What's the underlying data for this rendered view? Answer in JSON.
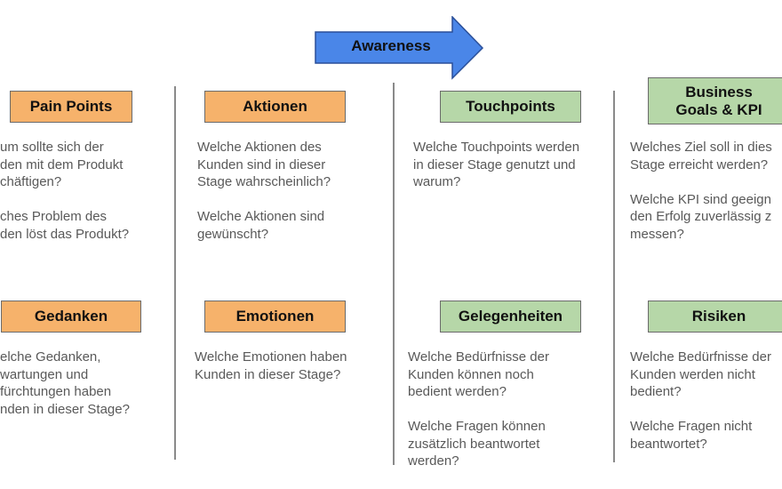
{
  "stage": {
    "label": "Awareness",
    "arrow_color": "#4a86e8"
  },
  "colors": {
    "orange": "#f6b26b",
    "green": "#b6d7a8"
  },
  "sections": {
    "pain_points": {
      "title": "Pain Points",
      "lines": [
        "um sollte sich der",
        "den mit dem Produkt",
        "chäftigen?",
        "",
        "ches Problem des",
        "den löst das Produkt?"
      ]
    },
    "aktionen": {
      "title": "Aktionen",
      "lines": [
        "Welche Aktionen des",
        "Kunden sind in dieser",
        "Stage wahrscheinlich?",
        "",
        "Welche Aktionen sind",
        "gewünscht?"
      ]
    },
    "touchpoints": {
      "title": "Touchpoints",
      "lines": [
        "Welche Touchpoints werden",
        "in dieser Stage genutzt und",
        "warum?"
      ]
    },
    "business": {
      "title_line1": "Business",
      "title_line2": "Goals & KPI",
      "lines": [
        "Welches Ziel soll in dies",
        "Stage erreicht werden?",
        "",
        "Welche KPI sind geeign",
        "den Erfolg zuverlässig z",
        "messen?"
      ]
    },
    "gedanken": {
      "title": "Gedanken",
      "lines": [
        "elche Gedanken,",
        "wartungen und",
        "fürchtungen haben",
        "nden in dieser Stage?"
      ]
    },
    "emotionen": {
      "title": "Emotionen",
      "lines": [
        "Welche Emotionen haben",
        "Kunden in dieser Stage?"
      ]
    },
    "gelegenheiten": {
      "title": "Gelegenheiten",
      "lines": [
        "Welche Bedürfnisse der",
        "Kunden können noch",
        "bedient werden?",
        "",
        "Welche Fragen können",
        "zusätzlich beantwortet",
        "werden?"
      ]
    },
    "risiken": {
      "title": "Risiken",
      "lines": [
        "Welche Bedürfnisse der",
        "Kunden werden nicht",
        "bedient?",
        "",
        "Welche Fragen nicht",
        "beantwortet?"
      ]
    }
  }
}
